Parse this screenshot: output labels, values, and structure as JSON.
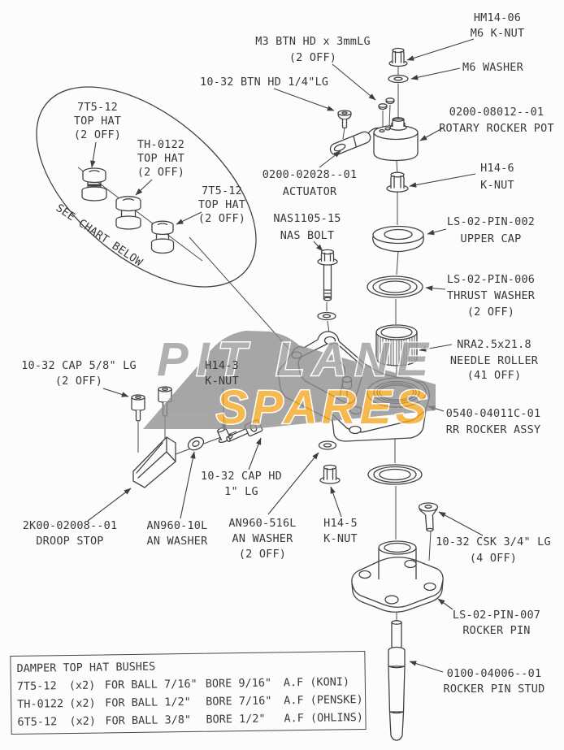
{
  "watermark": {
    "line1": "PIT LANE",
    "line2": "SPARES",
    "gray": "#9b9b9b",
    "swoosh_gray": "#8f8f8f",
    "yellow": "#f5a71f"
  },
  "oval": {
    "see_chart": "SEE CHART BELOW",
    "tophat_left": {
      "l1": "7T5-12",
      "l2": "TOP HAT",
      "l3": "(2 OFF)"
    },
    "tophat_mid": {
      "l1": "TH-0122",
      "l2": "TOP HAT",
      "l3": "(2 OFF)"
    },
    "tophat_right": {
      "l1": "7T5-12",
      "l2": "TOP HAT",
      "l3": "(2 OFF)"
    }
  },
  "labels": {
    "m6_knut": {
      "l1": "HM14-06",
      "l2": "M6 K-NUT"
    },
    "m6_washer": {
      "l1": "M6 WASHER"
    },
    "m3_btn": {
      "l1": "M3 BTN HD x 3mmLG",
      "l2": "(2 OFF)"
    },
    "btn_1032": {
      "l1": "10-32 BTN HD 1/4\"LG"
    },
    "rocker_pot": {
      "l1": "0200-08012--01",
      "l2": "ROTARY ROCKER POT"
    },
    "actuator": {
      "l1": "0200-02028--01",
      "l2": "ACTUATOR"
    },
    "h14_6": {
      "l1": "H14-6",
      "l2": "K-NUT"
    },
    "nas_bolt": {
      "l1": "NAS1105-15",
      "l2": "NAS BOLT"
    },
    "upper_cap": {
      "l1": "LS-02-PIN-002",
      "l2": "UPPER CAP"
    },
    "thrust_washer": {
      "l1": "LS-02-PIN-006",
      "l2": "THRUST WASHER",
      "l3": "(2 OFF)"
    },
    "needle_roller": {
      "l1": "NRA2.5x21.8",
      "l2": "NEEDLE ROLLER",
      "l3": "(41 OFF)"
    },
    "rocker_assy": {
      "l1": "0540-04011C-01",
      "l2": "RR ROCKER ASSY"
    },
    "cap_58": {
      "l1": "10-32 CAP 5/8\" LG",
      "l2": "(2 OFF)"
    },
    "h14_3": {
      "l1": "H14-3",
      "l2": "K-NUT"
    },
    "cap_hd1": {
      "l1": "10-32 CAP HD",
      "l2": "1\" LG"
    },
    "droop_stop": {
      "l1": "2K00-02008--01",
      "l2": "DROOP STOP"
    },
    "an960_10l": {
      "l1": "AN960-10L",
      "l2": "AN WASHER"
    },
    "an960_516l": {
      "l1": "AN960-516L",
      "l2": "AN WASHER",
      "l3": "(2 OFF)"
    },
    "h14_5": {
      "l1": "H14-5",
      "l2": "K-NUT"
    },
    "csk": {
      "l1": "10-32 CSK 3/4\" LG",
      "l2": "(4 OFF)"
    },
    "rocker_pin": {
      "l1": "LS-02-PIN-007",
      "l2": "ROCKER PIN"
    },
    "pin_stud": {
      "l1": "0100-04006--01",
      "l2": "ROCKER PIN STUD"
    }
  },
  "table": {
    "title": "DAMPER TOP HAT BUSHES",
    "rows": [
      {
        "part": "7T5-12",
        "qty": "(x2)",
        "ball": "FOR BALL 7/16\"",
        "bore": "BORE 9/16\"",
        "af": "A.F (KONI)"
      },
      {
        "part": "TH-0122",
        "qty": "(x2)",
        "ball": "FOR BALL 1/2\"",
        "bore": "BORE 7/16\"",
        "af": "A.F (PENSKE)"
      },
      {
        "part": "6T5-12",
        "qty": "(x2)",
        "ball": "FOR BALL 3/8\"",
        "bore": "BORE 1/2\"",
        "af": "A.F (OHLINS)"
      }
    ]
  }
}
